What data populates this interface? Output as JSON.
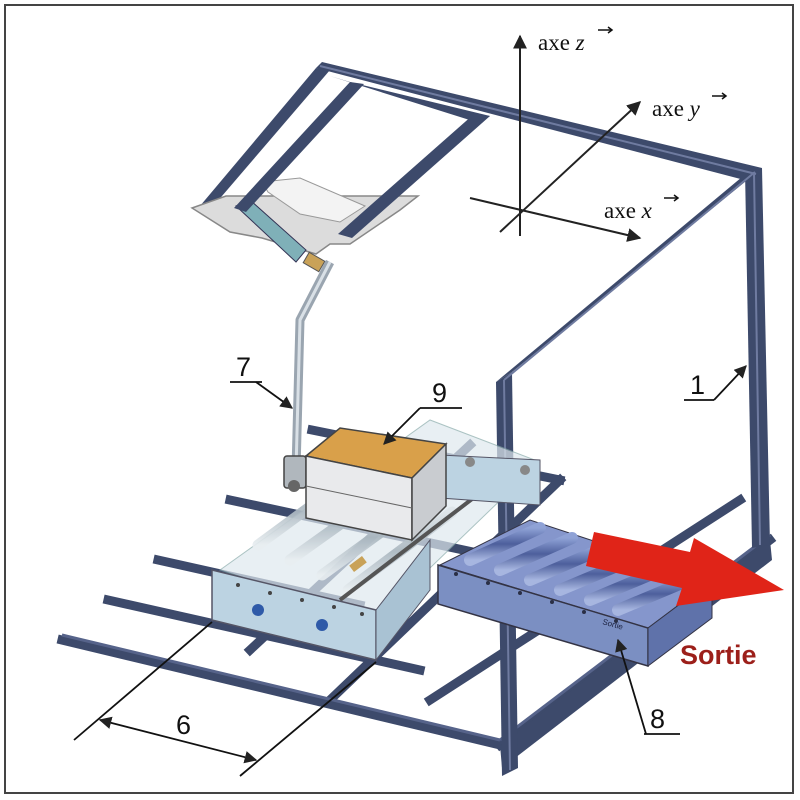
{
  "axes": {
    "x": {
      "prefix": "axe",
      "letter": "x"
    },
    "y": {
      "prefix": "axe",
      "letter": "y"
    },
    "z": {
      "prefix": "axe",
      "letter": "z"
    }
  },
  "labels": {
    "frame": "1",
    "distance": "6",
    "arm": "7",
    "exit_conveyor": "8",
    "box": "9"
  },
  "exit_label": "Sortie",
  "conveyor_brand": "Sortie",
  "colors": {
    "frame": "#3d4a6b",
    "frame_light": "#56638a",
    "exit_arrow": "#e02418",
    "exit_text": "#9c1f1a",
    "box_top": "#d9a04a",
    "panel_in": "#bcd3e2",
    "panel_out": "#7b8fc2"
  }
}
